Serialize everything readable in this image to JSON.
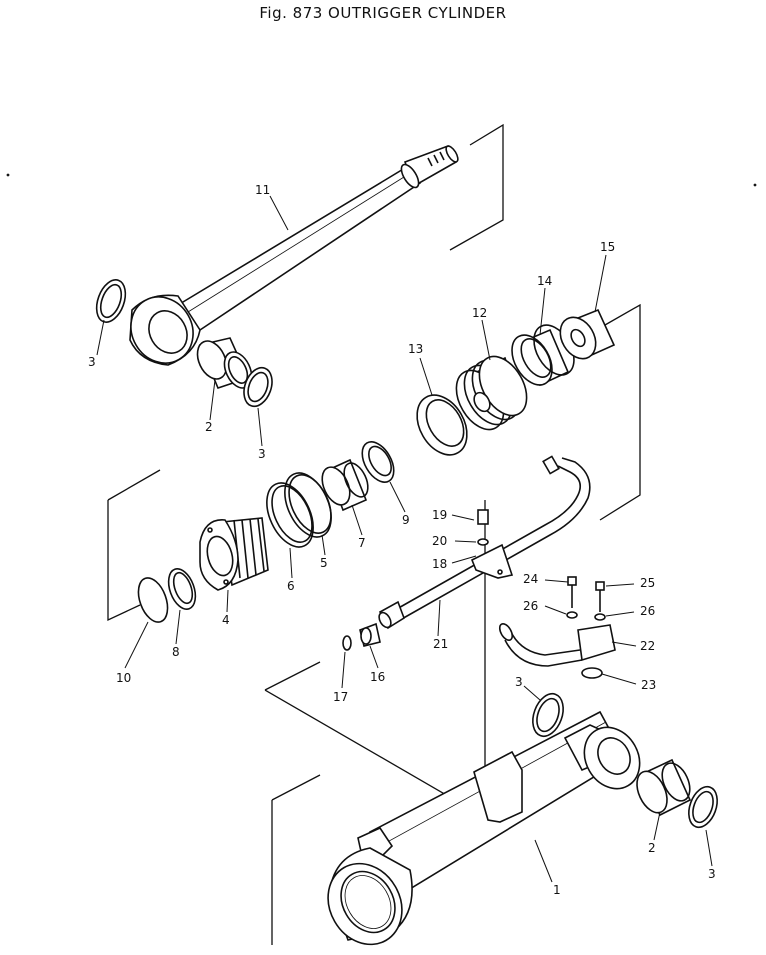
{
  "title": "Fig. 873   OUTRIGGER CYLINDER",
  "callouts": [
    {
      "id": "c11",
      "label": "11"
    },
    {
      "id": "c3a",
      "label": "3"
    },
    {
      "id": "c2a",
      "label": "2"
    },
    {
      "id": "c3b",
      "label": "3"
    },
    {
      "id": "c13",
      "label": "13"
    },
    {
      "id": "c12",
      "label": "12"
    },
    {
      "id": "c14",
      "label": "14"
    },
    {
      "id": "c15",
      "label": "15"
    },
    {
      "id": "c9",
      "label": "9"
    },
    {
      "id": "c7",
      "label": "7"
    },
    {
      "id": "c5",
      "label": "5"
    },
    {
      "id": "c6",
      "label": "6"
    },
    {
      "id": "c4",
      "label": "4"
    },
    {
      "id": "c8",
      "label": "8"
    },
    {
      "id": "c10",
      "label": "10"
    },
    {
      "id": "c19",
      "label": "19"
    },
    {
      "id": "c20",
      "label": "20"
    },
    {
      "id": "c18",
      "label": "18"
    },
    {
      "id": "c21",
      "label": "21"
    },
    {
      "id": "c17",
      "label": "17"
    },
    {
      "id": "c16",
      "label": "16"
    },
    {
      "id": "c24",
      "label": "24"
    },
    {
      "id": "c25",
      "label": "25"
    },
    {
      "id": "c26a",
      "label": "26"
    },
    {
      "id": "c26b",
      "label": "26"
    },
    {
      "id": "c22",
      "label": "22"
    },
    {
      "id": "c23",
      "label": "23"
    },
    {
      "id": "c3c",
      "label": "3"
    },
    {
      "id": "c1",
      "label": "1"
    },
    {
      "id": "c2b",
      "label": "2"
    },
    {
      "id": "c3d",
      "label": "3"
    }
  ]
}
